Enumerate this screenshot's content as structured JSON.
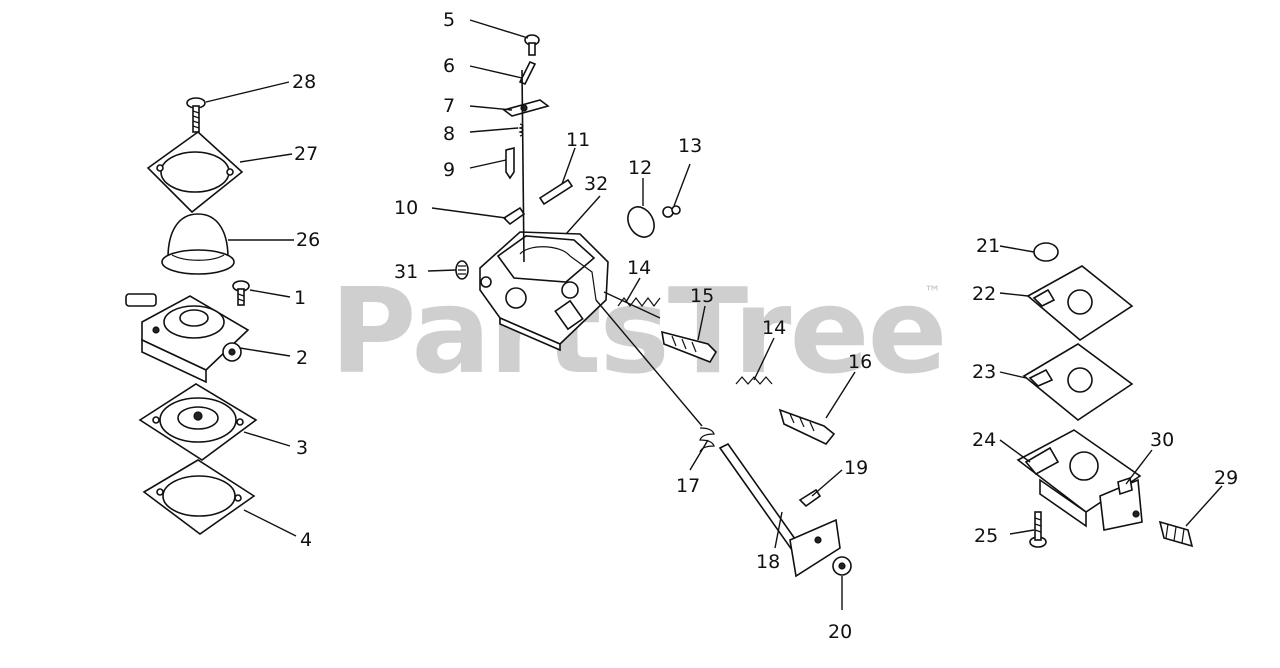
{
  "watermark": {
    "text": "PartsTree",
    "trademark": "™"
  },
  "callouts": {
    "c1": "1",
    "c2": "2",
    "c3": "3",
    "c4": "4",
    "c5": "5",
    "c6": "6",
    "c7": "7",
    "c8": "8",
    "c9": "9",
    "c10": "10",
    "c11": "11",
    "c12": "12",
    "c13": "13",
    "c14a": "14",
    "c14b": "14",
    "c15": "15",
    "c16": "16",
    "c17": "17",
    "c18": "18",
    "c19": "19",
    "c20": "20",
    "c21": "21",
    "c22": "22",
    "c23": "23",
    "c24": "24",
    "c25": "25",
    "c26": "26",
    "c27": "27",
    "c28": "28",
    "c29": "29",
    "c30": "30",
    "c31": "31",
    "c32": "32"
  }
}
